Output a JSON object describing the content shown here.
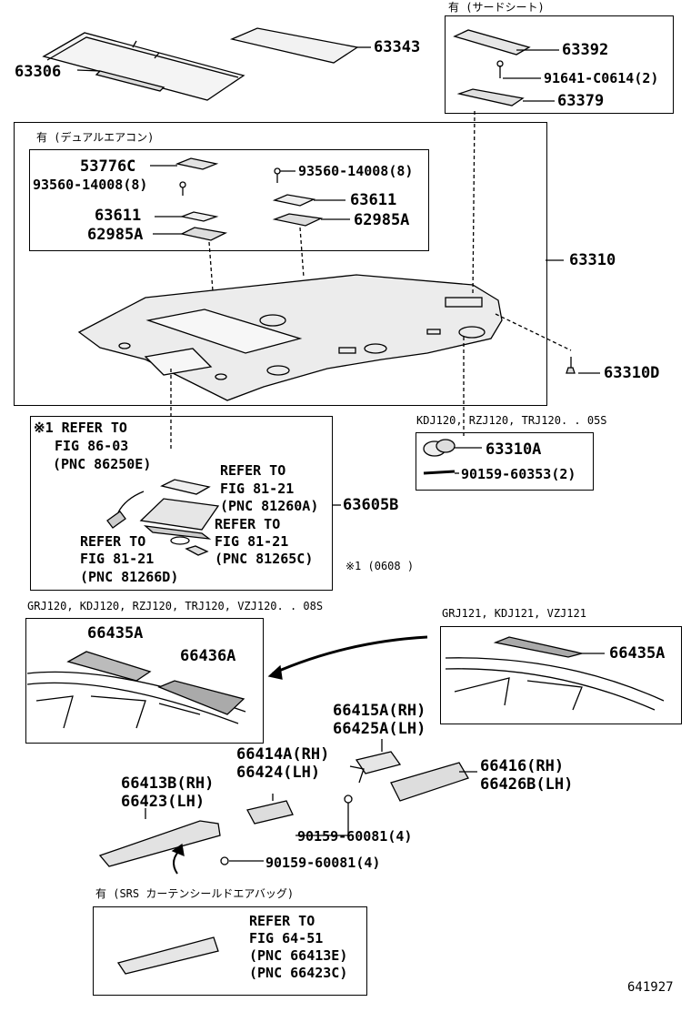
{
  "parts": {
    "p63306": "63306",
    "p63343": "63343",
    "p63392": "63392",
    "p91641": "91641-C0614(2)",
    "p63379": "63379",
    "p53776c": "53776C",
    "p93560_l": "93560-14008(8)",
    "p63611_l": "63611",
    "p62985a_l": "62985A",
    "p93560_r": "93560-14008(8)",
    "p63611_r": "63611",
    "p62985a_r": "62985A",
    "p63310": "63310",
    "p63310d": "63310D",
    "p63310a": "63310A",
    "p90159_60353": "90159-60353(2)",
    "p63605b": "63605B",
    "p66435a_l": "66435A",
    "p66436a": "66436A",
    "p66435a_r": "66435A",
    "p66415a": "66415A(RH)",
    "p66425a": "66425A(LH)",
    "p66414a": "66414A(RH)",
    "p66424": "66424(LH)",
    "p66416": "66416(RH)",
    "p66426b": "66426B(LH)",
    "p66413b": "66413B(RH)",
    "p66423": "66423(LH)",
    "p90159_a": "90159-60081(4)",
    "p90159_b": "90159-60081(4)"
  },
  "captions": {
    "third_seat": "有 (サードシート)",
    "dual_aircon": "有 (デュアルエアコン)",
    "kdj_models": "KDJ120, RZJ120, TRJ120. . 05S",
    "grj120_models": "GRJ120, KDJ120, RZJ120, TRJ120, VZJ120. . 08S",
    "grj121_models": "GRJ121, KDJ121, VZJ121",
    "srs": "有 (SRS カーテンシールドエアバッグ)",
    "note1": "※1 (0608      )"
  },
  "refs": {
    "r1a": "※1 REFER TO",
    "r1b": "FIG 86-03",
    "r1c": "(PNC 86250E)",
    "r2a": "REFER TO",
    "r2b": "FIG 81-21",
    "r2c": "(PNC 81260A)",
    "r3a": "REFER TO",
    "r3b": "FIG 81-21",
    "r3c": "(PNC 81265C)",
    "r4a": "REFER TO",
    "r4b": "FIG 81-21",
    "r4c": "(PNC 81266D)",
    "r5a": "REFER TO",
    "r5b": "FIG 64-51",
    "r5c": "(PNC 66413E)",
    "r5d": "(PNC 66423C)"
  },
  "figure_id": "641927"
}
